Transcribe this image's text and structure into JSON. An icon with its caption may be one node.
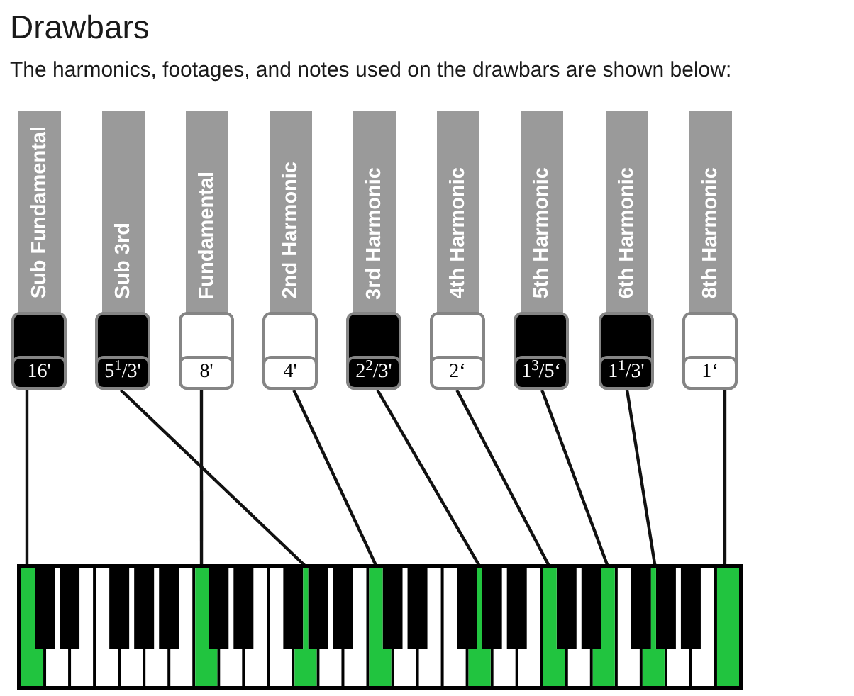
{
  "diagram": {
    "title": "Drawbars",
    "nodes": [
      {
        "text": [
          "Sub Fundamental",
          "16'"
        ]
      },
      {
        "text": [
          "Sub 3rd",
          "5$^{1}$/3'"
        ]
      },
      {
        "text": [
          "Fundamental",
          "8'"
        ]
      },
      {
        "text": [
          "2nd Harmonic",
          "4'"
        ]
      },
      {
        "text": [
          "3rd Harmonic",
          "2$^{2}$/3'"
        ]
      },
      {
        "text": [
          "4th Harmonic",
          "2‘"
        ]
      },
      {
        "text": [
          "5th Harmonic",
          "1$^{3}$/5‘"
        ]
      },
      {
        "text": [
          "6th Harmonic",
          "1$^{1}$/3'"
        ]
      },
      {
        "text": [
          "8th Harmonic",
          "1‘"
        ]
      },
      {
        "text": [],
        "shape": "box"
      },
      {
        "text": [],
        "shape": "box"
      },
      {
        "text": [],
        "shape": "box"
      },
      {
        "text": [],
        "shape": "box"
      },
      {
        "text": [],
        "shape": "box"
      },
      {
        "text": [],
        "shape": "box"
      },
      {
        "text": [],
        "shape": "box"
      },
      {
        "text": [],
        "shape": "box"
      },
      {
        "text": [],
        "shape": "box"
      }
    ],
    "edges": [
      {
        "from": 0,
        "to": 9,
        "arrow": "none"
      },
      {
        "from": 1,
        "to": 11,
        "arrow": "none"
      },
      {
        "from": 2,
        "to": 10,
        "arrow": "none"
      },
      {
        "from": 3,
        "to": 12,
        "arrow": "none"
      },
      {
        "from": 4,
        "to": 13,
        "arrow": "none"
      },
      {
        "from": 5,
        "to": 14,
        "arrow": "none"
      },
      {
        "from": 6,
        "to": 15,
        "arrow": "none"
      },
      {
        "from": 7,
        "to": 16,
        "arrow": "none"
      },
      {
        "from": 8,
        "to": 17,
        "arrow": "none"
      }
    ],
    "labels": [
      "The harmonics, footages, and notes used on the drawbars are shown below:"
    ]
  }
}
